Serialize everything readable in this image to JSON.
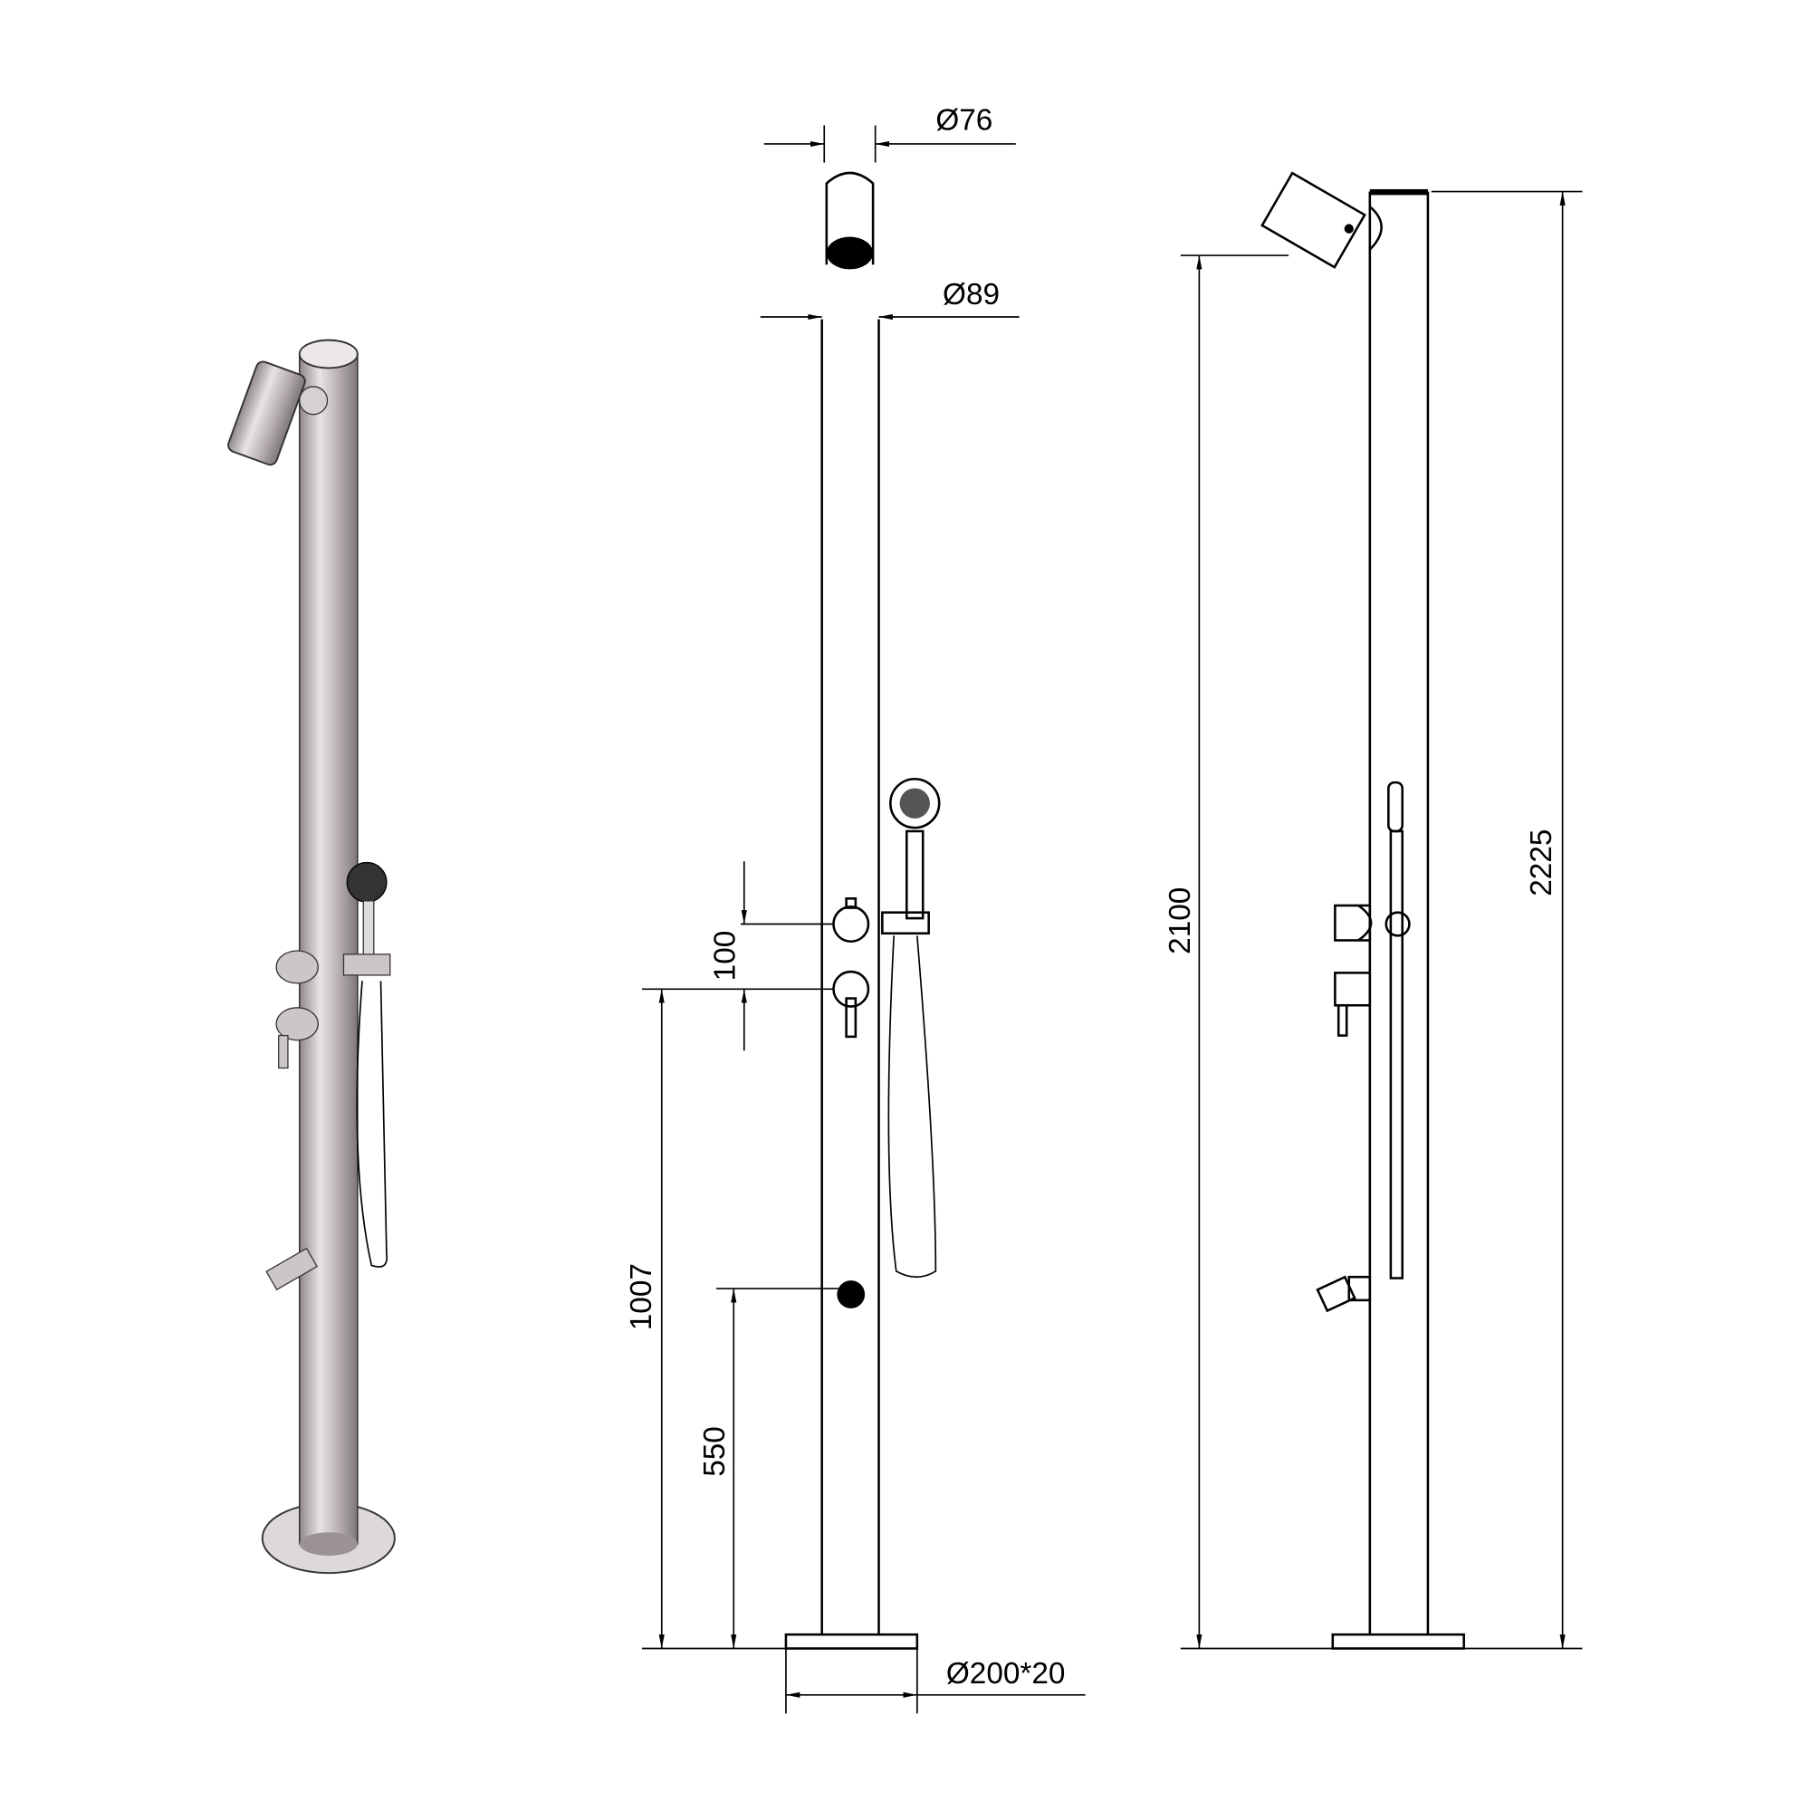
{
  "dimensions": {
    "head_diameter": "Ø76",
    "pole_diameter": "Ø89",
    "base_size": "Ø200*20",
    "valve_spacing": "100",
    "mixer_height": "1007",
    "foot_tap_height": "550",
    "head_height": "2100",
    "total_height": "2225"
  },
  "colors": {
    "line": "#000000",
    "pole_shade": "#b7aeb3"
  }
}
